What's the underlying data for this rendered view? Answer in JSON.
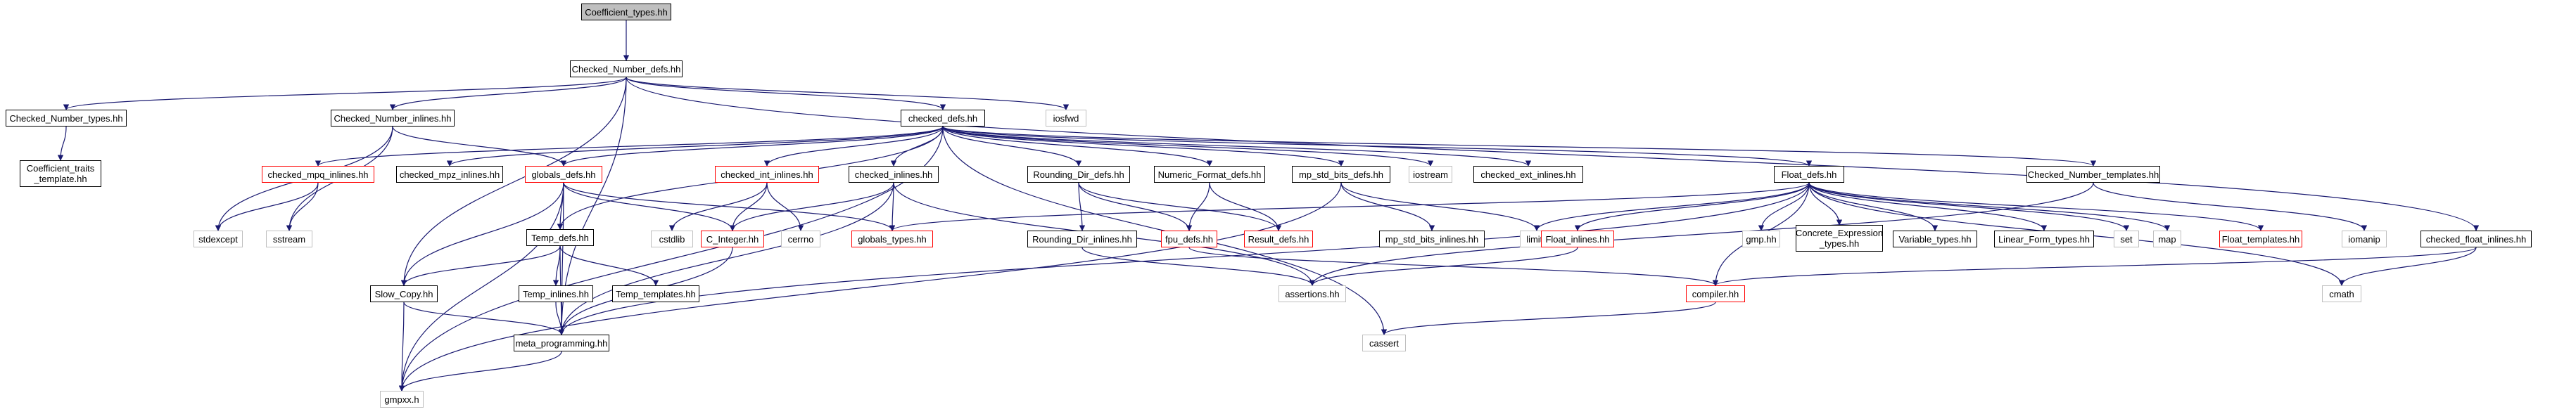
{
  "graph": {
    "edge_color": "#191970",
    "node_border_colors": {
      "normal": "#000000",
      "incomplete": "#ff0000",
      "external": "#bfbfbf"
    },
    "root_fill": "#bfbfbf",
    "nodes": {
      "coefficient_types": {
        "label": "Coefficient_types.hh"
      },
      "checked_number_defs": {
        "label": "Checked_Number_defs.hh"
      },
      "checked_number_types": {
        "label": "Checked_Number_types.hh"
      },
      "checked_number_inlines": {
        "label": "Checked_Number_inlines.hh"
      },
      "checked_defs": {
        "label": "checked_defs.hh"
      },
      "iosfwd": {
        "label": "iosfwd"
      },
      "coefficient_traits_template": {
        "label": "Coefficient_traits\n_template.hh"
      },
      "checked_mpq_inlines": {
        "label": "checked_mpq_inlines.hh"
      },
      "checked_mpz_inlines": {
        "label": "checked_mpz_inlines.hh"
      },
      "globals_defs": {
        "label": "globals_defs.hh"
      },
      "checked_int_inlines": {
        "label": "checked_int_inlines.hh"
      },
      "checked_inlines": {
        "label": "checked_inlines.hh"
      },
      "rounding_dir_defs": {
        "label": "Rounding_Dir_defs.hh"
      },
      "numeric_format_defs": {
        "label": "Numeric_Format_defs.hh"
      },
      "mp_std_bits_defs": {
        "label": "mp_std_bits_defs.hh"
      },
      "iostream": {
        "label": "iostream"
      },
      "checked_ext_inlines": {
        "label": "checked_ext_inlines.hh"
      },
      "float_defs": {
        "label": "Float_defs.hh"
      },
      "checked_number_templates": {
        "label": "Checked_Number_templates.hh"
      },
      "checked_float_inlines": {
        "label": "checked_float_inlines.hh"
      },
      "stdexcept": {
        "label": "stdexcept"
      },
      "sstream": {
        "label": "sstream"
      },
      "cstdlib": {
        "label": "cstdlib"
      },
      "c_integer": {
        "label": "C_Integer.hh"
      },
      "cerrno": {
        "label": "cerrno"
      },
      "globals_types": {
        "label": "globals_types.hh"
      },
      "fpu_defs": {
        "label": "fpu_defs.hh"
      },
      "result_defs": {
        "label": "Result_defs.hh"
      },
      "rounding_dir_inlines": {
        "label": "Rounding_Dir_inlines.hh"
      },
      "mp_std_bits_inlines": {
        "label": "mp_std_bits_inlines.hh"
      },
      "limits": {
        "label": "limits"
      },
      "float_inlines": {
        "label": "Float_inlines.hh"
      },
      "gmp": {
        "label": "gmp.hh"
      },
      "concrete_expression_types": {
        "label": "Concrete_Expression\n_types.hh"
      },
      "variable_types": {
        "label": "Variable_types.hh"
      },
      "linear_form_types": {
        "label": "Linear_Form_types.hh"
      },
      "set": {
        "label": "set"
      },
      "map": {
        "label": "map"
      },
      "float_templates": {
        "label": "Float_templates.hh"
      },
      "iomanip": {
        "label": "iomanip"
      },
      "temp_defs": {
        "label": "Temp_defs.hh"
      },
      "slow_copy": {
        "label": "Slow_Copy.hh"
      },
      "temp_inlines": {
        "label": "Temp_inlines.hh"
      },
      "temp_templates": {
        "label": "Temp_templates.hh"
      },
      "assertions": {
        "label": "assertions.hh"
      },
      "compiler": {
        "label": "compiler.hh"
      },
      "cmath": {
        "label": "cmath"
      },
      "meta_programming": {
        "label": "meta_programming.hh"
      },
      "cassert": {
        "label": "cassert"
      },
      "gmpxx": {
        "label": "gmpxx.h"
      }
    }
  }
}
